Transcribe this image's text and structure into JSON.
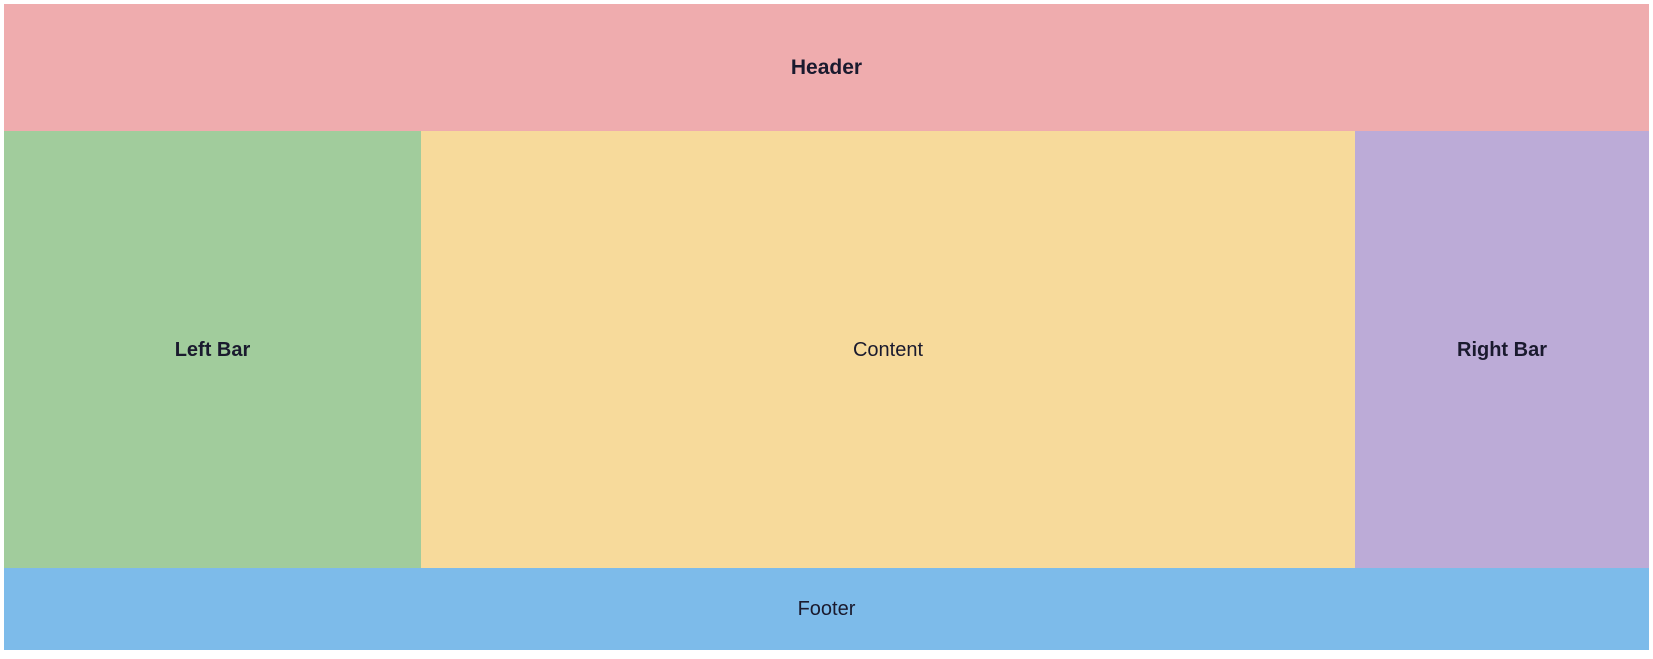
{
  "page": {
    "background_color": "#ffffff",
    "text_color": "#1a1a2e"
  },
  "layout": {
    "header": {
      "label": "Header",
      "color": "#efacae"
    },
    "left_bar": {
      "label": "Left Bar",
      "color": "#a1cc9c"
    },
    "content": {
      "label": "Content",
      "color": "#f7da9b"
    },
    "right_bar": {
      "label": "Right Bar",
      "color": "#bcabd7"
    },
    "footer": {
      "label": "Footer",
      "color": "#7dbbea"
    }
  }
}
